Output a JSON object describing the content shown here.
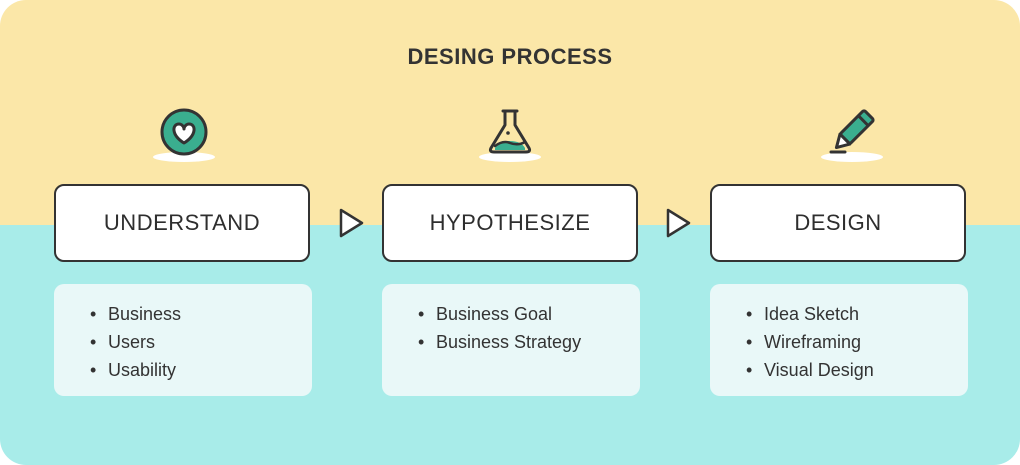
{
  "title": "DESING PROCESS",
  "colors": {
    "top_background": "#fbe7a8",
    "bottom_background": "#a8ece9",
    "accent": "#3aae8f",
    "outline": "#333333",
    "list_background": "#e9f8f8"
  },
  "steps": [
    {
      "label": "UNDERSTAND",
      "icon": "heart-icon",
      "items": [
        "Business",
        "Users",
        "Usability"
      ]
    },
    {
      "label": "HYPOTHESIZE",
      "icon": "flask-icon",
      "items": [
        "Business Goal",
        "Business Strategy"
      ]
    },
    {
      "label": "DESIGN",
      "icon": "pencil-icon",
      "items": [
        "Idea Sketch",
        "Wireframing",
        "Visual Design"
      ]
    }
  ],
  "arrows": [
    "play-arrow-icon",
    "play-arrow-icon"
  ]
}
